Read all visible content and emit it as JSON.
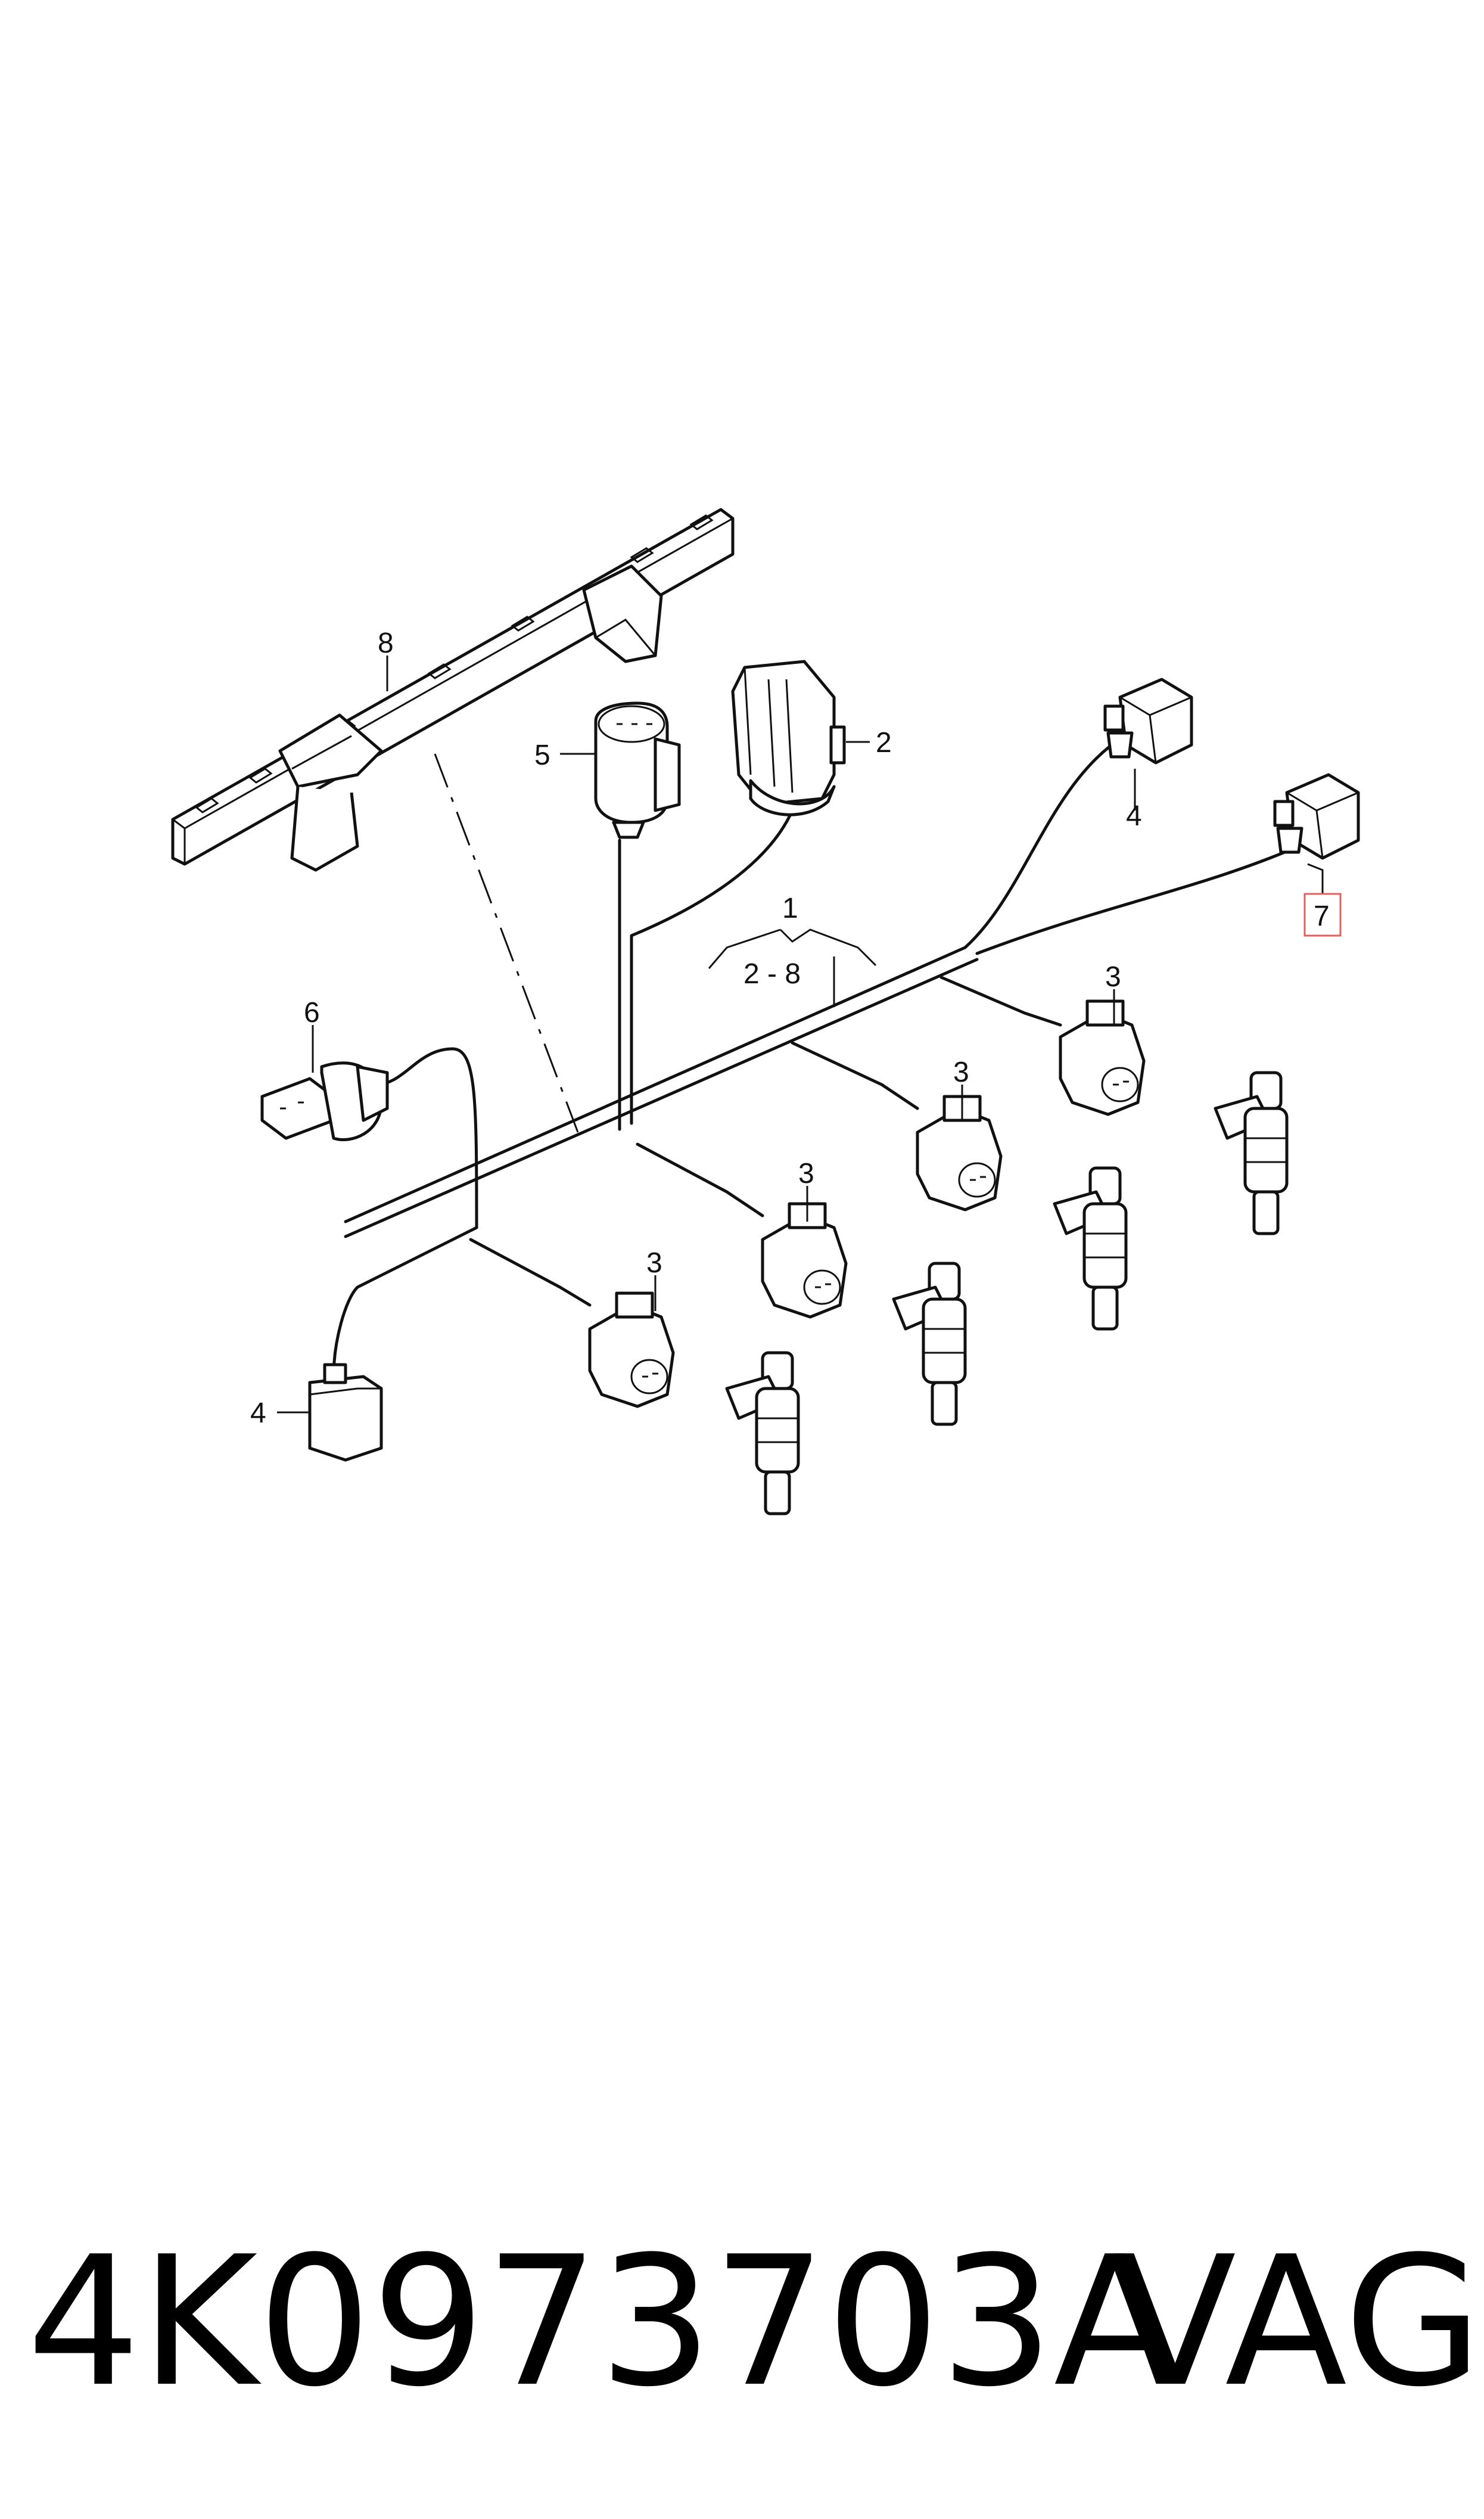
{
  "callouts": {
    "main_harness": "1",
    "main_harness_range": "2 - 8",
    "connector_2": "2",
    "injector_connector": "3",
    "connector_4": "4",
    "connector_5": "5",
    "connector_6": "6",
    "connector_7": "7",
    "harness_bracket": "8"
  },
  "footer": {
    "part_number": "4K0973703A",
    "brand": "VAG"
  },
  "colors": {
    "line": "#111111",
    "highlight_box": "#e06060"
  }
}
